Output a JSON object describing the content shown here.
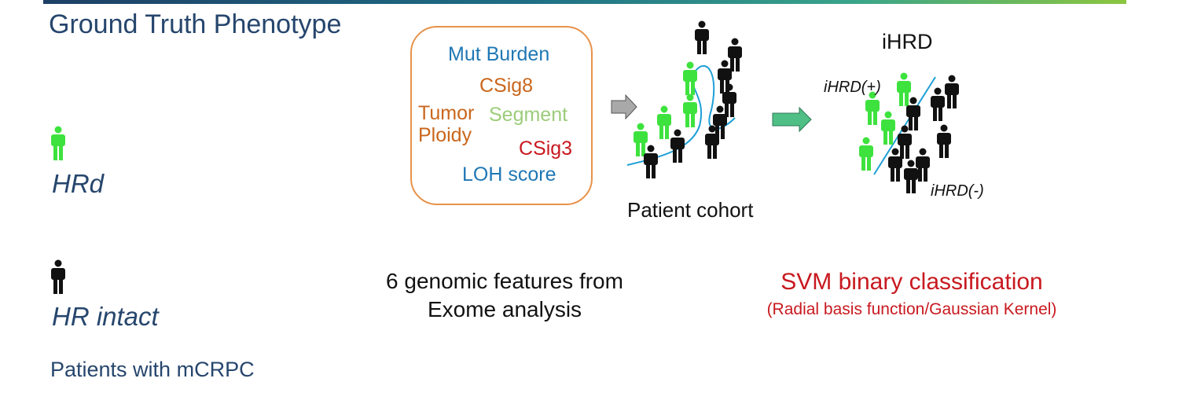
{
  "slide": {
    "title": "Ground Truth Phenotype",
    "legend": {
      "hrd_label": "HRd",
      "hr_intact_label": "HR intact",
      "patients_note": "Patients with mCRPC"
    },
    "features": {
      "items": [
        {
          "text": "Mut Burden",
          "color": "#1f77b4"
        },
        {
          "text": "CSig8",
          "color": "#c9661c"
        },
        {
          "text": "Tumor",
          "color": "#c9661c"
        },
        {
          "text": "Ploidy",
          "color": "#c9661c"
        },
        {
          "text": "Segment",
          "color": "#9ccc7a"
        },
        {
          "text": "CSig3",
          "color": "#c8191f"
        },
        {
          "text": "LOH score",
          "color": "#1f77b4"
        }
      ],
      "caption_line1": "6 genomic features from",
      "caption_line2": "Exome analysis",
      "box_color": "#e8924a"
    },
    "cohort": {
      "label": "Patient cohort"
    },
    "ihrd": {
      "title": "iHRD",
      "positive_label": "iHRD(+)",
      "negative_label": "iHRD(-)"
    },
    "classifier": {
      "title": "SVM binary classification",
      "subtitle": "(Radial basis function/Gaussian Kernel)"
    },
    "colors": {
      "hrd_person": "#3ee23e",
      "intact_person": "#111111",
      "arrow_gray": "#a9a9a9",
      "arrow_green": "#4fbf86",
      "boundary": "#1e9fd6",
      "heading": "#26466d",
      "red": "#c8191f"
    }
  }
}
